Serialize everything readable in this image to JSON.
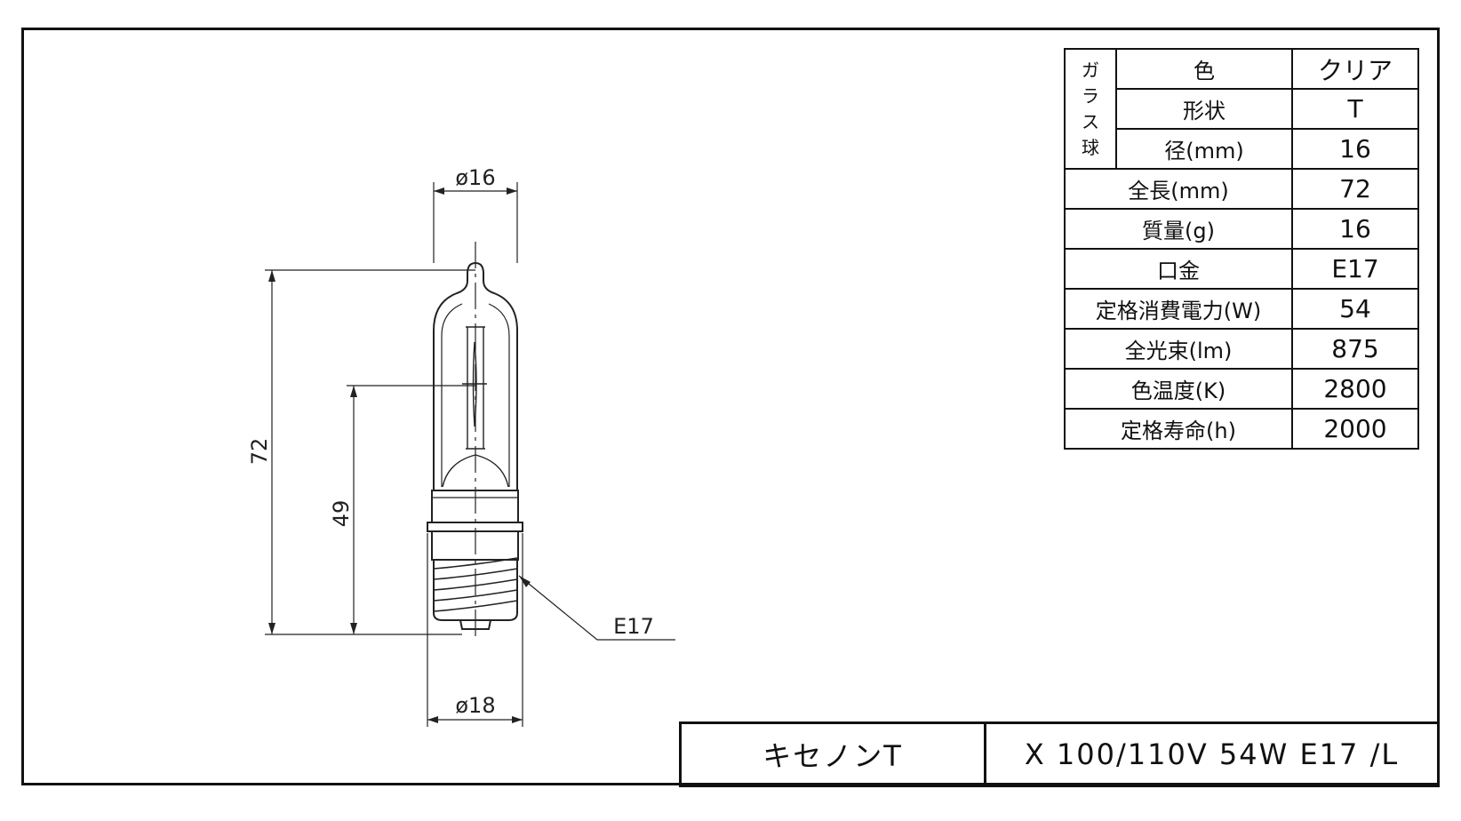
{
  "spec_table": {
    "glass_header": [
      "ガ",
      "ラ",
      "ス",
      "球"
    ],
    "rows": [
      {
        "label": "色",
        "value": "クリア"
      },
      {
        "label": "形状",
        "value": "T"
      },
      {
        "label": "径(mm)",
        "value": "16"
      },
      {
        "label": "全長(mm)",
        "value": "72"
      },
      {
        "label": "質量(g)",
        "value": "16"
      },
      {
        "label": "口金",
        "value": "E17"
      },
      {
        "label": "定格消費電力(W)",
        "value": "54"
      },
      {
        "label": "全光束(lm)",
        "value": "875"
      },
      {
        "label": "色温度(K)",
        "value": "2800"
      },
      {
        "label": "定格寿命(h)",
        "value": "2000"
      }
    ]
  },
  "dimensions": {
    "top_diameter": "ø16",
    "bottom_diameter": "ø18",
    "total_length": "72",
    "light_center_length": "49",
    "base_label": "E17"
  },
  "title_block": {
    "name": "キセノンT",
    "model": "X 100/110V 54W E17 /L"
  }
}
